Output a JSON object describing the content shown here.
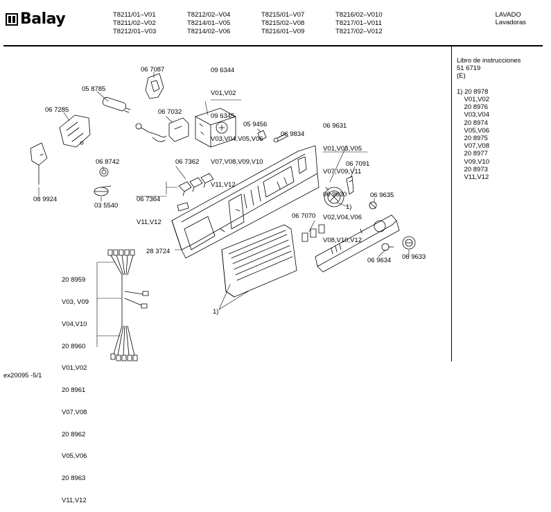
{
  "header": {
    "brand": "Balay",
    "model_columns": [
      [
        "T8211/01–V01",
        "T8211/02–V02",
        "T8212/01–V03"
      ],
      [
        "T8212/02–V04",
        "T8214/01–V05",
        "T8214/02–V06"
      ],
      [
        "T8215/01–V07",
        "T8215/02–V08",
        "T8216/01–V09"
      ],
      [
        "T8216/02–V010",
        "T8217/01–V011",
        "T8217/02–V012"
      ]
    ],
    "category": "LAVADO",
    "subcategory": "Lavadoras"
  },
  "sidebar": {
    "lines": [
      "Libro de instrucciones",
      "51 6719",
      "(E)",
      "",
      "1) 20 8978",
      "    V01,V02",
      "    20 8976",
      "    V03,V04",
      "    20 8974",
      "    V05,V06",
      "    20 8975",
      "    V07,V08",
      "    20 8977",
      "    V09,V10",
      "    20 8973",
      "    V11,V12"
    ]
  },
  "parts": {
    "p067087": "06 7087",
    "p058785": "05 8785",
    "p096344_block": [
      "09 6344",
      "V01,V02",
      "09 6345",
      "V03,V04,V05,V06",
      "V07,V08,V09,V10",
      "V11,V12"
    ],
    "p067285": "06 7285",
    "p067032": "06 7032",
    "p059456": "05 9456",
    "p069834": "06 9834",
    "p069631_block": [
      "06 9631",
      "V01,V03,V05",
      "V07,V09,V11",
      "06 9630",
      "V02,V04,V06",
      "V08,V10,V12"
    ],
    "p068742": "06 8742",
    "p067362": "06 7362",
    "p067364_block": [
      "06 7364",
      "V11,V12"
    ],
    "p067091": "06 7091",
    "p089924": "08 9924",
    "p035540": "03 5540",
    "p069635": "06 9635",
    "p067070": "06 7070",
    "p283724": "28 3724",
    "p069634": "06 9634",
    "p069633": "06 9633",
    "note1_a": "1)",
    "note1_b": "1)",
    "harness_block": [
      "20 8959",
      "V03, V09",
      "V04,V10",
      "20 8960",
      "V01,V02",
      "20 8961",
      "V07,V08",
      "20 8962",
      "V05,V06",
      "20 8963",
      "V11,V12"
    ]
  },
  "footer": {
    "code": "ex20095  -5/1"
  }
}
